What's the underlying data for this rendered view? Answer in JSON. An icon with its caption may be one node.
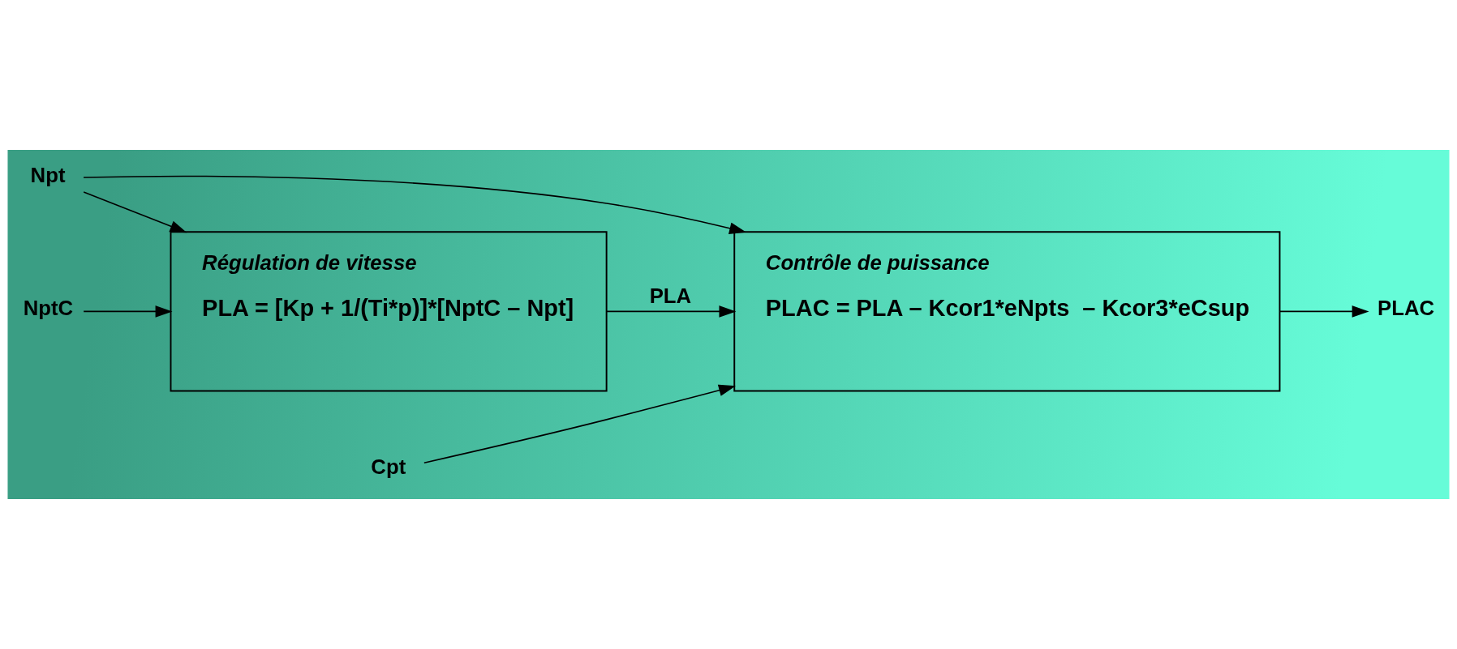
{
  "diagram": {
    "nodes": [
      {
        "text": [
          "Régulation de vitesse",
          "PLA = [Kp + 1/(Ti*p)]*[NptC – Npt]"
        ]
      },
      {
        "text": [
          "Contrôle de puissance",
          "PLAC = PLA – Kcor1*eNpts  – Kcor3*eCsup"
        ]
      },
      {
        "text": [
          "NptC"
        ]
      },
      {
        "text": [
          "Npt"
        ]
      },
      {
        "text": [
          "Cpt"
        ]
      },
      {
        "text": [
          "PLAC"
        ]
      }
    ],
    "edges": [
      {
        "from": 2,
        "to": 0,
        "arrow": "to"
      },
      {
        "from": 3,
        "to": 0,
        "arrow": "to"
      },
      {
        "from": 3,
        "to": 1,
        "arrow": "to"
      },
      {
        "from": 0,
        "to": 1,
        "arrow": "to",
        "label": "PLA"
      },
      {
        "from": 4,
        "to": 1,
        "arrow": "to"
      },
      {
        "from": 1,
        "to": 5,
        "arrow": "to"
      }
    ]
  }
}
